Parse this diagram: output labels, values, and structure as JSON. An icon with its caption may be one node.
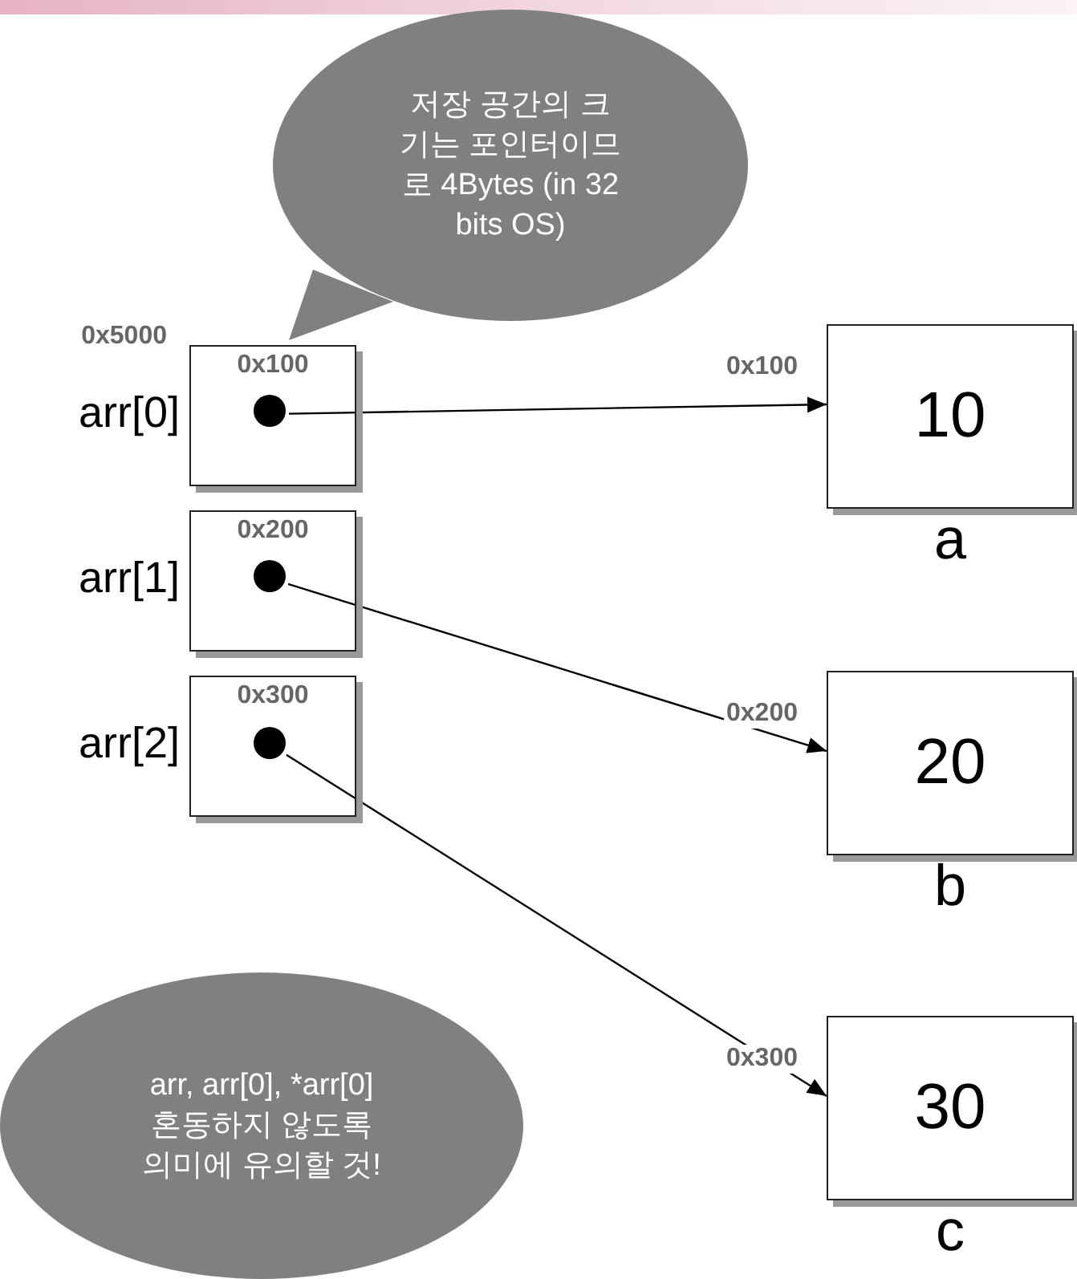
{
  "diagram": {
    "nodes": [
      {
        "text": [
          "저장 공간의 크기는 포인터이므로 4Bytes (in 32 bits OS)"
        ]
      },
      {
        "text": [
          "0x100"
        ],
        "beside": [
          "0x5000",
          "arr[0]"
        ]
      },
      {
        "text": [],
        "shape": "circle",
        "in": 1
      },
      {
        "text": [
          "10"
        ],
        "beside": [
          "a"
        ]
      },
      {
        "text": [
          "0x200"
        ],
        "beside": [
          "arr[1]"
        ]
      },
      {
        "text": [],
        "shape": "circle",
        "in": 4
      },
      {
        "text": [
          "20"
        ],
        "beside": [
          "b"
        ]
      },
      {
        "text": [
          "0x300"
        ],
        "beside": [
          "arr[2]"
        ]
      },
      {
        "text": [],
        "shape": "circle",
        "in": 7
      },
      {
        "text": [
          "30"
        ],
        "beside": [
          "c"
        ]
      },
      {
        "text": [
          "arr, arr[0], *arr[0] 혼동하지 않도록 의미에 유의할 것!"
        ]
      }
    ],
    "edges": [
      {
        "from": 2,
        "to": 3,
        "arrow": "to",
        "label": "0x100"
      },
      {
        "from": 5,
        "to": 6,
        "arrow": "to",
        "label": "0x200"
      },
      {
        "from": 8,
        "to": 9,
        "arrow": "to",
        "label": "0x300"
      }
    ]
  }
}
